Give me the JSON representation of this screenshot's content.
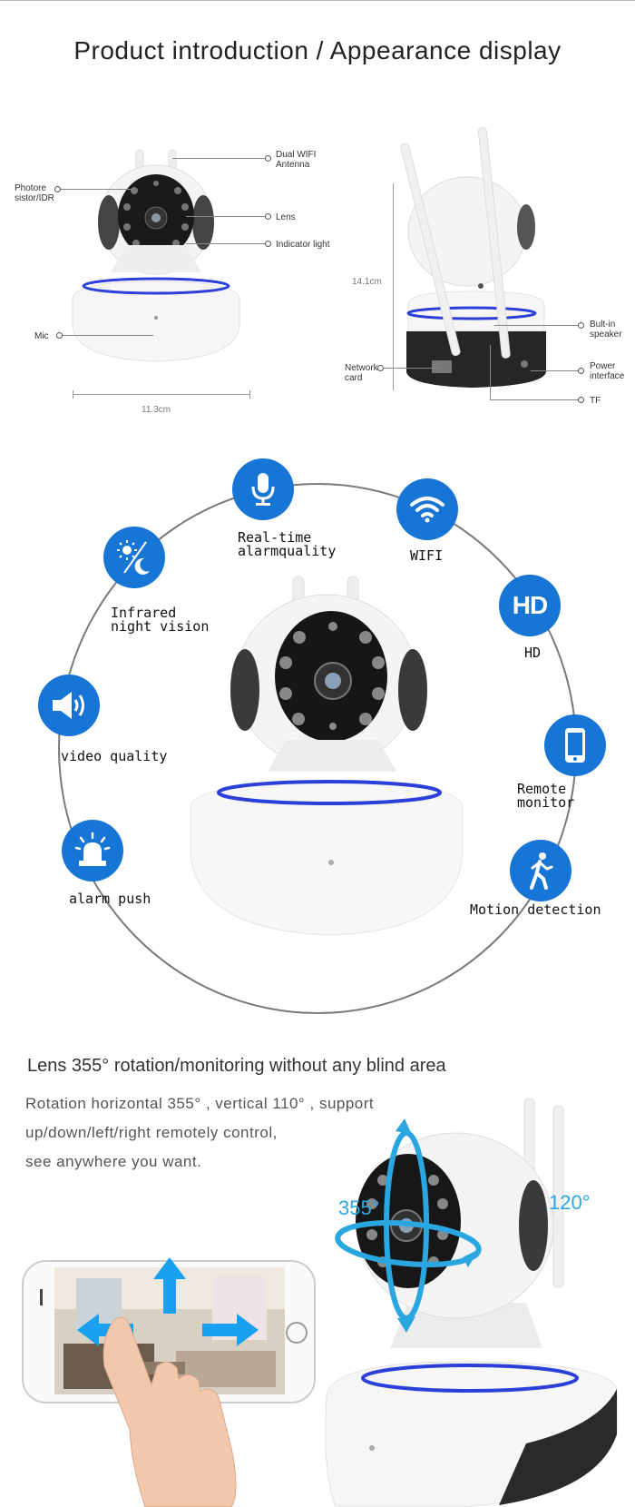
{
  "header": {
    "title": "Product introduction / Appearance display"
  },
  "front_view": {
    "labels": {
      "antenna": "Dual WIFI\nAntenna",
      "photoresistor": "Photore\nsistor/IDR",
      "lens": "Lens",
      "indicator": "Indicator light",
      "mic": "Mic"
    },
    "width": "11.3cm"
  },
  "back_view": {
    "labels": {
      "height": "14.1cm",
      "speaker": "Bult-in\nspeaker",
      "network": "Network\ncard",
      "power": "Power\ninterface",
      "tf": "TF"
    }
  },
  "features": [
    {
      "icon": "microphone-icon",
      "label": "Real-time\nalarmquality"
    },
    {
      "icon": "wifi-icon",
      "label": "WIFI"
    },
    {
      "icon": "night-vision-icon",
      "label": "Infrared\nnight vision"
    },
    {
      "icon": "hd-icon",
      "label": "HD"
    },
    {
      "icon": "speaker-icon",
      "label": "video quality"
    },
    {
      "icon": "phone-icon",
      "label": "Remote\nmonitor"
    },
    {
      "icon": "alarm-icon",
      "label": "alarm push"
    },
    {
      "icon": "walking-person-icon",
      "label": "Motion detection"
    }
  ],
  "rotation": {
    "heading": "Lens 355° rotation/monitoring without any blind area",
    "lines": [
      "Rotation horizontal 355° , vertical 110° , support",
      "up/down/left/right remotely control,",
      "see anywhere you want."
    ],
    "horizontal": "355°",
    "vertical": "120°"
  },
  "colors": {
    "accent": "#1775d6",
    "ring_blue": "#2b3fd9",
    "rotate_blue": "#2aa6e0"
  }
}
